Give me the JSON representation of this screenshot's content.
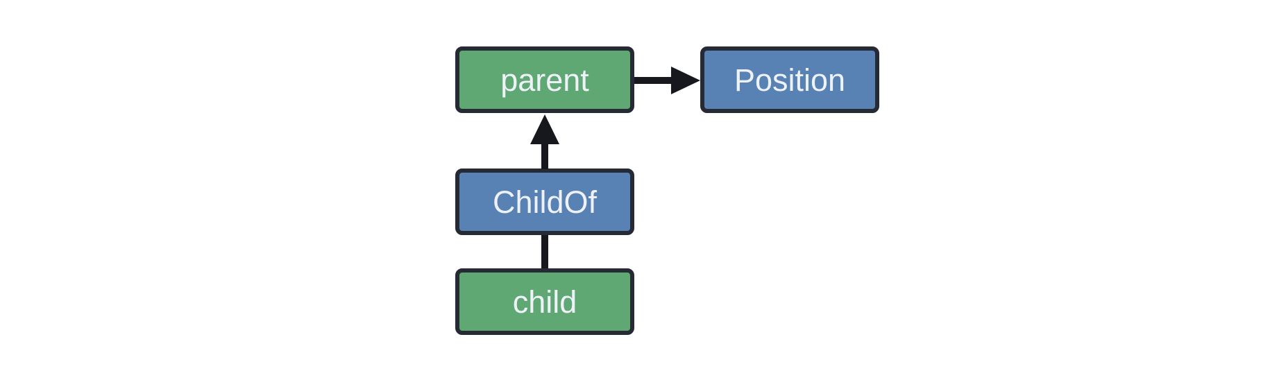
{
  "diagram": {
    "type": "node-graph",
    "colors": {
      "background": "#ffffff",
      "entity_fill": "#5fa873",
      "component_fill": "#5782b3",
      "node_border": "#252a35",
      "connector": "#17181d",
      "label_text": "#eef1f8"
    },
    "nodes": {
      "parent": {
        "label": "parent",
        "kind": "entity"
      },
      "position": {
        "label": "Position",
        "kind": "component"
      },
      "childof": {
        "label": "ChildOf",
        "kind": "relationship"
      },
      "child": {
        "label": "child",
        "kind": "entity"
      }
    },
    "edges": [
      {
        "from": "parent",
        "to": "Position",
        "arrowhead": "right"
      },
      {
        "from": "ChildOf",
        "to": "parent",
        "arrowhead": "up"
      },
      {
        "from": "child",
        "to": "ChildOf",
        "arrowhead": "none"
      }
    ]
  }
}
